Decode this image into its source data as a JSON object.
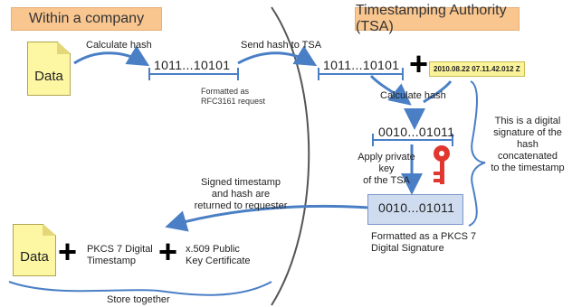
{
  "headers": {
    "left": "Within a company",
    "right": "Timestamping Authority (TSA)"
  },
  "documents": {
    "data_top": "Data",
    "data_bottom": "Data"
  },
  "codes": {
    "hash_company": "1011...10101",
    "hash_tsa": "1011...10101",
    "tsa_hash": "0010...01011",
    "signed_hash": "0010...01011"
  },
  "timestamp_value": "2010.08.22 07.11.42.012 Z",
  "labels": {
    "calculate_hash_company": "Calculate hash",
    "send_hash": "Send hash to TSA",
    "formatted_rfc": "Formatted as\nRFC3161 request",
    "calculate_hash_tsa": "Calculate hash",
    "apply_key": "Apply private key\nof the TSA",
    "digital_signature_note": "This is a digital\nsignature of the\nhash concatenated\nto the timestamp",
    "signed_returned": "Signed timestamp\nand hash are\nreturned to requester",
    "formatted_pkcs": "Formatted as a PKCS 7\nDigital Signature",
    "pkcs_timestamp": "PKCS 7 Digital\nTimestamp",
    "x509_cert": "x.509 Public\nKey Certificate",
    "store_together": "Store together"
  },
  "operators": {
    "plus_tsa": "+",
    "plus_1": "+",
    "plus_2": "+"
  },
  "colors": {
    "header_fill": "#f9c690",
    "document_fill": "#fdf7a4",
    "arrow_blue": "#4a7fc6",
    "key_red": "#e2372f",
    "signature_box": "#cfdcef"
  }
}
